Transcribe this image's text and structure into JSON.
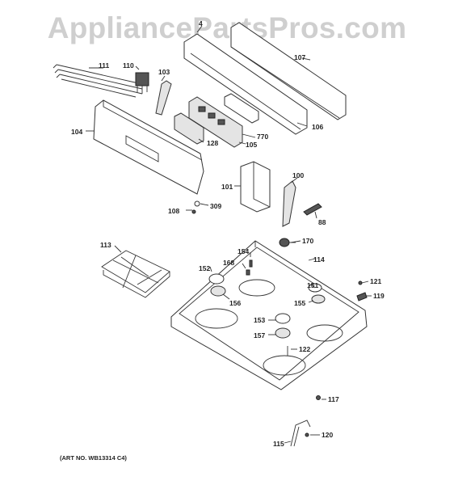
{
  "watermark": "AppliancePartsPros.com",
  "art_number": "(ART NO. WB13314 C4)",
  "callouts": [
    {
      "id": "c111",
      "label": "111"
    },
    {
      "id": "c110",
      "label": "110"
    },
    {
      "id": "c103",
      "label": "103"
    },
    {
      "id": "c104",
      "label": "104"
    },
    {
      "id": "c4",
      "label": "4"
    },
    {
      "id": "c107",
      "label": "107"
    },
    {
      "id": "c106",
      "label": "106"
    },
    {
      "id": "c770",
      "label": "770"
    },
    {
      "id": "c105",
      "label": "105"
    },
    {
      "id": "c128",
      "label": "128"
    },
    {
      "id": "c100",
      "label": "100"
    },
    {
      "id": "c101",
      "label": "101"
    },
    {
      "id": "c88",
      "label": "88"
    },
    {
      "id": "c108",
      "label": "108"
    },
    {
      "id": "c309",
      "label": "309"
    },
    {
      "id": "c170",
      "label": "170"
    },
    {
      "id": "c113",
      "label": "113"
    },
    {
      "id": "c154",
      "label": "154"
    },
    {
      "id": "c114",
      "label": "114"
    },
    {
      "id": "c152",
      "label": "152"
    },
    {
      "id": "c168",
      "label": "168"
    },
    {
      "id": "c151",
      "label": "151"
    },
    {
      "id": "c121",
      "label": "121"
    },
    {
      "id": "c156",
      "label": "156"
    },
    {
      "id": "c155",
      "label": "155"
    },
    {
      "id": "c119",
      "label": "119"
    },
    {
      "id": "c153",
      "label": "153"
    },
    {
      "id": "c157",
      "label": "157"
    },
    {
      "id": "c122",
      "label": "122"
    },
    {
      "id": "c117",
      "label": "117"
    },
    {
      "id": "c120",
      "label": "120"
    },
    {
      "id": "c115",
      "label": "115"
    }
  ]
}
